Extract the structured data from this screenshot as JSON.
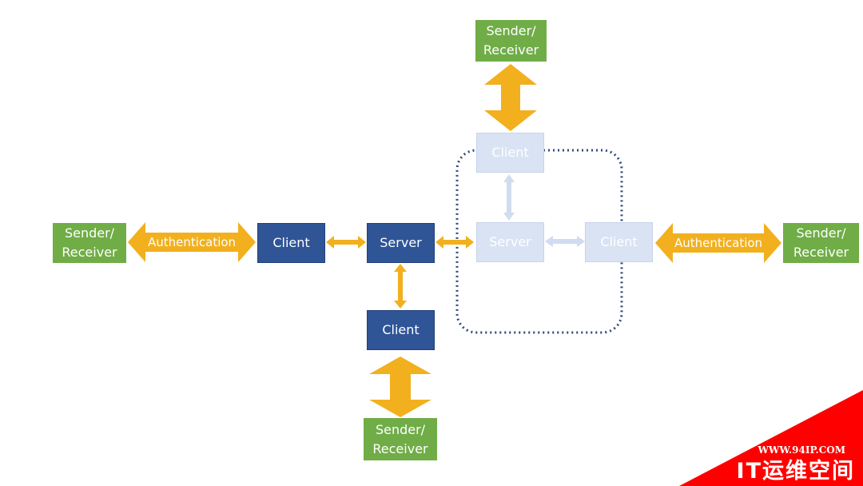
{
  "colors": {
    "green": "#70ad47",
    "blue": "#2f5597",
    "pale": "#dae3f3",
    "arrow": "#f2b01e",
    "pale_arrow": "#d0dcf0",
    "dotted_border": "#2f4a7a",
    "corner_red": "#ff0000"
  },
  "nodes": {
    "sender_left": {
      "line1": "Sender/",
      "line2": "Receiver"
    },
    "client_left": {
      "label": "Client"
    },
    "server_center": {
      "label": "Server"
    },
    "client_bottom": {
      "label": "Client"
    },
    "sender_bottom": {
      "line1": "Sender/",
      "line2": "Receiver"
    },
    "sender_top": {
      "line1": "Sender/",
      "line2": "Receiver"
    },
    "client_top": {
      "label": "Client"
    },
    "server_group": {
      "label": "Server"
    },
    "client_right": {
      "label": "Client"
    },
    "sender_right": {
      "line1": "Sender/",
      "line2": "Receiver"
    }
  },
  "arrows": {
    "auth_left": {
      "label": "Authentication"
    },
    "auth_right": {
      "label": "Authentication"
    }
  },
  "watermark": {
    "url": "WWW.94IP.COM",
    "brand": "IT运维空间",
    "icon": "corner-ribbon-logo"
  }
}
